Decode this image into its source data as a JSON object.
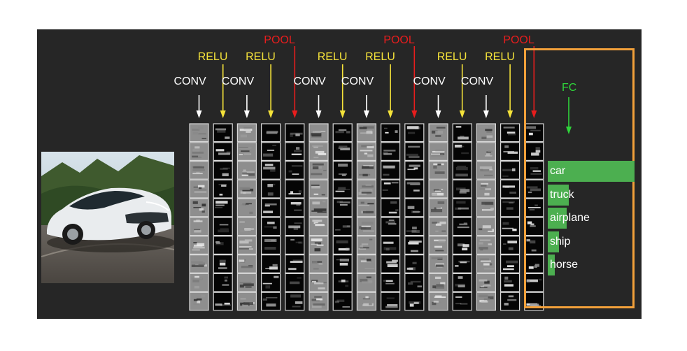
{
  "layers": [
    {
      "type": "conv",
      "label": "CONV"
    },
    {
      "type": "relu",
      "label": "RELU"
    },
    {
      "type": "conv",
      "label": "CONV"
    },
    {
      "type": "relu",
      "label": "RELU"
    },
    {
      "type": "pool",
      "label": "POOL"
    },
    {
      "type": "conv",
      "label": "CONV"
    },
    {
      "type": "relu",
      "label": "RELU"
    },
    {
      "type": "conv",
      "label": "CONV"
    },
    {
      "type": "relu",
      "label": "RELU"
    },
    {
      "type": "pool",
      "label": "POOL"
    },
    {
      "type": "conv",
      "label": "CONV"
    },
    {
      "type": "relu",
      "label": "RELU"
    },
    {
      "type": "conv",
      "label": "CONV"
    },
    {
      "type": "relu",
      "label": "RELU"
    },
    {
      "type": "pool",
      "label": "POOL"
    }
  ],
  "fc": {
    "label": "FC"
  },
  "classes": [
    {
      "label": "car",
      "score": 1.0
    },
    {
      "label": "truck",
      "score": 0.24
    },
    {
      "label": "airplane",
      "score": 0.22
    },
    {
      "label": "ship",
      "score": 0.13
    },
    {
      "label": "horse",
      "score": 0.08
    }
  ],
  "colors": {
    "conv": "#ffffff",
    "relu": "#f5e33a",
    "pool": "#e81d1d",
    "fc": "#2fd33a",
    "highlight": "#f2a03a",
    "bar": "#4caf50"
  }
}
